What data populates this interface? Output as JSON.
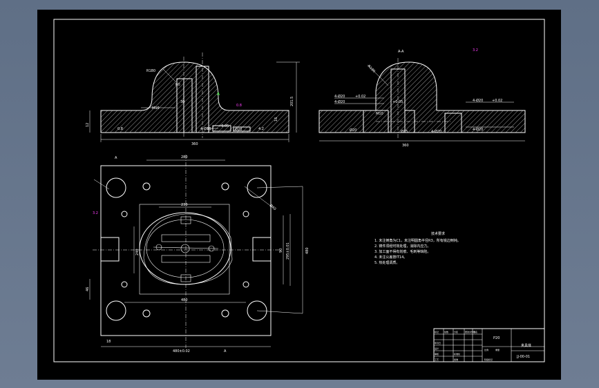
{
  "colors": {
    "background": "#6a7a90",
    "sheet": "#000000",
    "lines": "#ffffff",
    "magenta": "#ff40ff",
    "green": "#30ff30"
  },
  "front_view": {
    "dims": {
      "radius": "R180",
      "small_r": "R0",
      "depth": "30",
      "height_right": "201.5",
      "width": "360",
      "base_left": "12",
      "base_right": "16",
      "hole": "4-Ø18",
      "tol": "+0.05",
      "plate": "Ø20",
      "bottom_mark": "0.8",
      "rough": "0.8",
      "small1": "M10",
      "small2": "4.2"
    }
  },
  "section_view": {
    "label": "A-A",
    "dims": {
      "r1": "R190",
      "hole_l": "4-Ø20",
      "hole_l2": "4-Ø20",
      "tol1": "+0.02",
      "tol2": "+0.05",
      "m10": "M10",
      "d35": "Ø35",
      "hole_r": "4-Ø20",
      "tol_r": "+0.02",
      "hole_r2": "4-Ø20",
      "hole_c": "4-Ø20",
      "width": "360",
      "bore": "Ø20"
    }
  },
  "plan_view": {
    "section_a_top": "A",
    "section_a_bottom": "A",
    "dims": {
      "top": "280",
      "inner": "230",
      "bottom": "480",
      "overall": "480±0.02",
      "vert1": "240",
      "vert2": "480",
      "vert3": "90",
      "vert4": "295±0.01",
      "hole_dia": "Ø40",
      "left_v": "46",
      "left_v2": "18",
      "left_top": "3.2"
    }
  },
  "top_right_mark": "3.2",
  "notes": {
    "title": "技术要求",
    "lines": [
      "1. 未注倒角为C1，未注明圆角半径R3，所有锐边倒钝。",
      "2. 铸件须经时效处理，消除内应力。",
      "3. 加工面不得有划痕、毛刺等缺陷。",
      "4. 未注公差按IT14。",
      "5. 热处理调质。"
    ]
  },
  "title_block": {
    "part_code": "P20",
    "part_name": "夹具体",
    "drawing_no": "JJ-00-01",
    "cells": [
      "标记",
      "处数",
      "分区",
      "更改文件号",
      "签名",
      "年月日",
      "设计",
      "审核",
      "工艺",
      "标准化",
      "批准",
      "比例",
      "重量",
      "阶段标记"
    ]
  }
}
